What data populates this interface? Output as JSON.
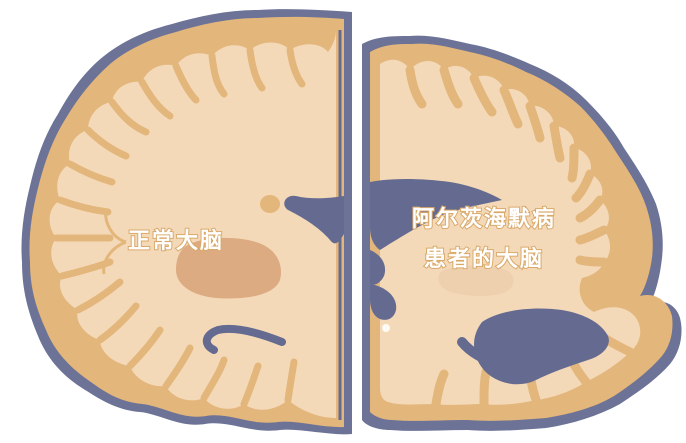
{
  "labels": {
    "normal_brain": "正常大脑",
    "alzheimer_line1": "阿尔茨海默病",
    "alzheimer_line2": "患者的大脑"
  },
  "colors": {
    "background": "#ffffff",
    "outline": "#6c7396",
    "cortex": "#e3b67b",
    "white_matter": "#f4d9b9",
    "basal_ganglia": "#dcab82",
    "ventricle": "#656b90",
    "label_fill": "#ffffff"
  },
  "panels": [
    {
      "id": "healthy",
      "ventricle_state": "narrow",
      "sulci_state": "tight"
    },
    {
      "id": "atrophied",
      "ventricle_state": "enlarged",
      "sulci_state": "widened"
    }
  ]
}
